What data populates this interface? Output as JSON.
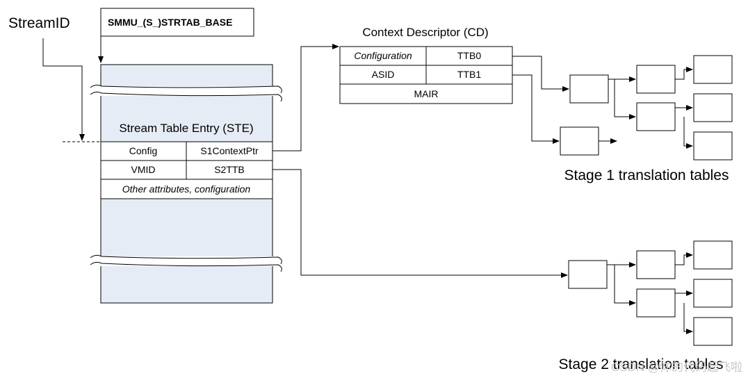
{
  "stream_id_label": "StreamID",
  "strtab_base_label": "SMMU_(S_)STRTAB_BASE",
  "ste": {
    "title": "Stream Table Entry (STE)",
    "config": "Config",
    "s1_context_ptr": "S1ContextPtr",
    "vmid": "VMID",
    "s2ttb": "S2TTB",
    "other": "Other attributes, configuration"
  },
  "cd": {
    "title": "Context Descriptor (CD)",
    "configuration": "Configuration",
    "ttb0": "TTB0",
    "asid": "ASID",
    "ttb1": "TTB1",
    "mair": "MAIR"
  },
  "stage1_label": "Stage 1 translation tables",
  "stage2_label": "Stage 2 translation tables",
  "watermark": "CSDN @你的代码起飞啦",
  "colors": {
    "stream_table_fill": "#e6ecf5",
    "line": "#000000"
  }
}
